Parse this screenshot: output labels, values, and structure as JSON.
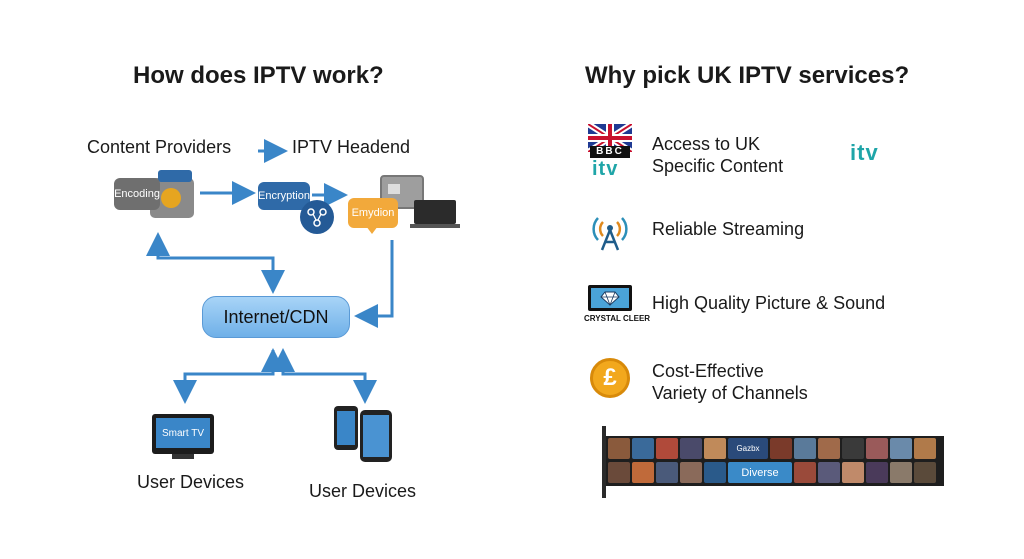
{
  "left": {
    "title": "How does IPTV work?",
    "content_providers": "Content Providers",
    "iptv_headend": "IPTV Headend",
    "encoding": "Encoding",
    "encryption": "Encryption",
    "encryption_bubble": "Emydion",
    "internet": "Internet/CDN",
    "smart_tv": "Smart TV",
    "user_devices_1": "User Devices",
    "user_devices_2": "User Devices"
  },
  "right": {
    "title": "Why pick UK IPTV services?",
    "bbc_logo": "BBC",
    "itv_logo": "itv",
    "crystal_label": "CRYSTAL CLEER",
    "features": [
      {
        "text": "Access to UK\nSpecific Content",
        "icon": "uk-flag-icon"
      },
      {
        "text": "Reliable Streaming",
        "icon": "signal-tower-icon"
      },
      {
        "text": "High Quality Picture & Sound",
        "icon": "crystal-clear-tv-icon"
      },
      {
        "text": "Cost-Effective\nVariety of Channels",
        "icon": "pound-coin-icon"
      }
    ],
    "strip_labels": [
      "Gazbx",
      "Diverse"
    ]
  },
  "colors": {
    "arrow": "#3a86c8",
    "internet_fill": "#8cc4f0",
    "encryption_fill": "#2f6aa8",
    "bubble_fill": "#f2a93b",
    "itv_teal": "#1fa5a8",
    "coin": "#f2a81d"
  }
}
